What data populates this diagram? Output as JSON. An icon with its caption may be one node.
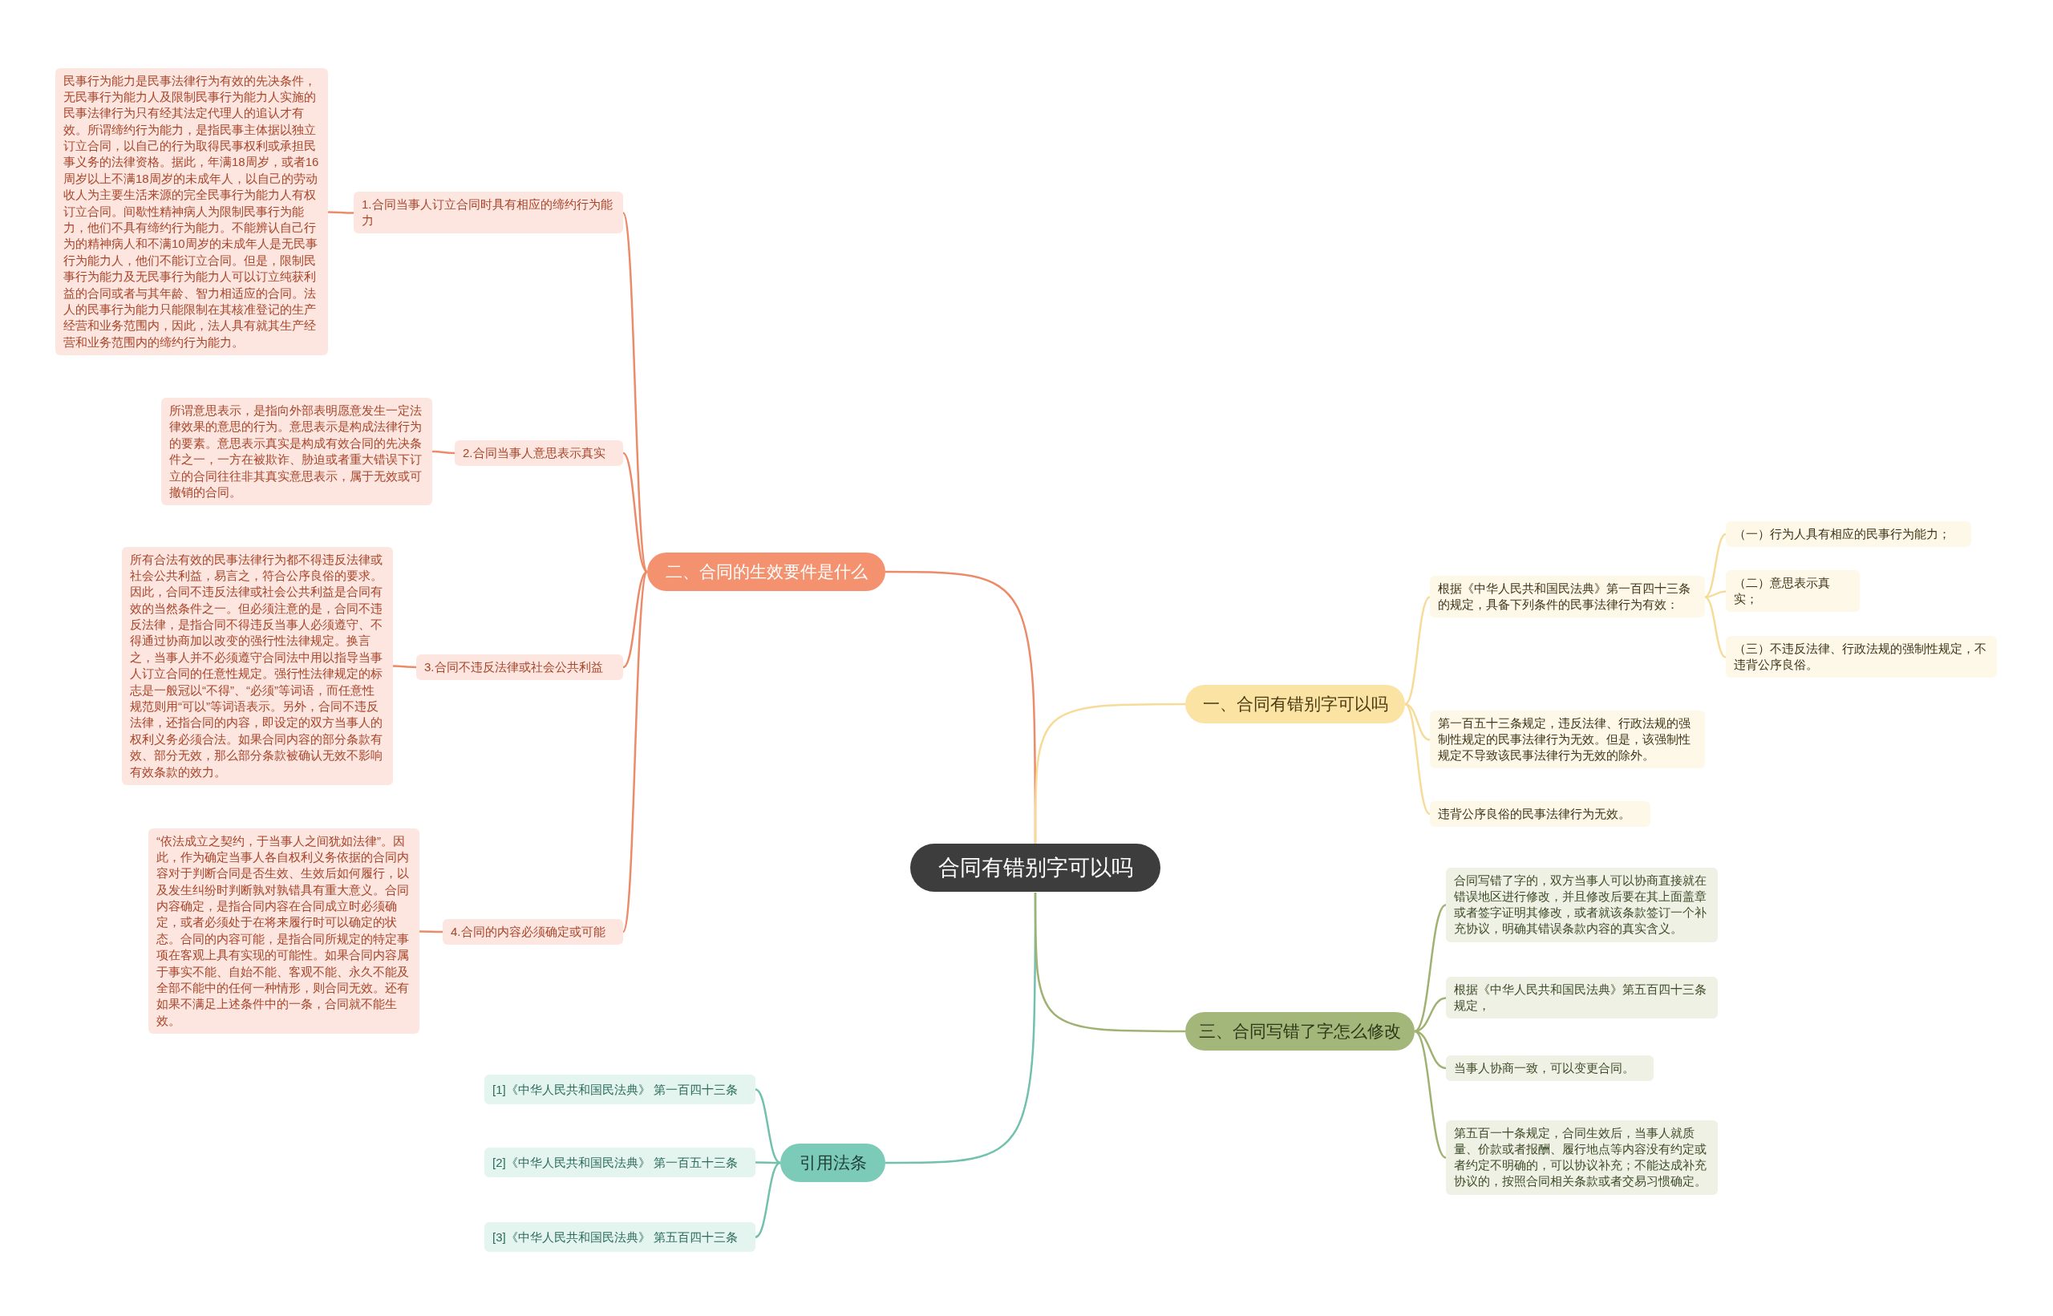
{
  "diagram": {
    "nodes": [
      {
        "text": [
          "合同有错别字可以吗"
        ]
      },
      {
        "text": [
          "二、合同的生效要件是什么"
        ]
      },
      {
        "text": [
          "1.合同当事人订立合同时具有相应的缔约行为能力"
        ]
      },
      {
        "text": [
          "民事行为能力是民事法律行为有效的先决条件，无民事行为能力人及限制民事行为能力人实施的民事法律行为只有经其法定代理人的追认才有效。所谓缔约行为能力，是指民事主体据以独立订立合同，以自己的行为取得民事权利或承担民事义务的法律资格。据此，年满18周岁，或者16周岁以上不满18周岁的未成年人，以自己的劳动收人为主要生活来源的完全民事行为能力人有权订立合同。间歇性精神病人为限制民事行为能力，他们不具有缔约行为能力。不能辨认自己行为的精神病人和不满10周岁的未成年人是无民事行为能力人，他们不能订立合同。但是，限制民事行为能力及无民事行为能力人可以订立纯获利益的合同或者与其年龄、智力相适应的合同。法人的民事行为能力只能限制在其核准登记的生产经营和业务范围内，因此，法人具有就其生产经营和业务范围内的缔约行为能力。"
        ]
      },
      {
        "text": [
          "2.合同当事人意思表示真实"
        ]
      },
      {
        "text": [
          "所谓意思表示，是指向外部表明愿意发生一定法律效果的意思的行为。意思表示是构成法律行为的要素。意思表示真实是构成有效合同的先决条件之一，一方在被欺诈、胁迫或者重大错误下订立的合同往往非其真实意思表示，属于无效或可撤销的合同。"
        ]
      },
      {
        "text": [
          "3.合同不违反法律或社会公共利益"
        ]
      },
      {
        "text": [
          "所有合法有效的民事法律行为都不得违反法律或社会公共利益，易言之，符合公序良俗的要求。因此，合同不违反法律或社会公共利益是合同有效的当然条件之一。但必须注意的是，合同不违反法律，是指合同不得违反当事人必须遵守、不得通过协商加以改变的强行性法律规定。换言之，当事人并不必须遵守合同法中用以指导当事人订立合同的任意性规定。强行性法律规定的标志是一般冠以“不得”、“必须”等词语，而任意性规范则用“可以”等词语表示。另外，合同不违反法律，还指合同的内容，即设定的双方当事人的权利义务必须合法。如果合同内容的部分条款有效、部分无效，那么部分条款被确认无效不影响有效条款的效力。"
        ]
      },
      {
        "text": [
          "4.合同的内容必须确定或可能"
        ]
      },
      {
        "text": [
          "“依法成立之契约，于当事人之间犹如法律”。因此，作为确定当事人各自权利义务依据的合同内容对于判断合同是否生效、生效后如何履行，以及发生纠纷时判断孰对孰错具有重大意义。合同内容确定，是指合同内容在合同成立时必须确定，或者必须处于在将来履行时可以确定的状态。合同的内容可能，是指合同所规定的特定事项在客观上具有实现的可能性。如果合同内容属于事实不能、自始不能、客观不能、永久不能及全部不能中的任何一种情形，则合同无效。还有如果不满足上述条件中的一条，合同就不能生效。"
        ]
      },
      {
        "text": [
          "引用法条"
        ]
      },
      {
        "text": [
          "[1]《中华人民共和国民法典》 第一百四十三条"
        ]
      },
      {
        "text": [
          "[2]《中华人民共和国民法典》 第一百五十三条"
        ]
      },
      {
        "text": [
          "[3]《中华人民共和国民法典》 第五百四十三条"
        ]
      },
      {
        "text": [
          "一、合同有错别字可以吗"
        ]
      },
      {
        "text": [
          "根据《中华人民共和国民法典》第一百四十三条的规定，具备下列条件的民事法律行为有效："
        ]
      },
      {
        "text": [
          "（一）行为人具有相应的民事行为能力；"
        ]
      },
      {
        "text": [
          "（二）意思表示真实；"
        ]
      },
      {
        "text": [
          "（三）不违反法律、行政法规的强制性规定，不违背公序良俗。"
        ]
      },
      {
        "text": [
          "第一百五十三条规定，违反法律、行政法规的强制性规定的民事法律行为无效。但是，该强制性规定不导致该民事法律行为无效的除外。"
        ]
      },
      {
        "text": [
          "违背公序良俗的民事法律行为无效。"
        ]
      },
      {
        "text": [
          "三、合同写错了字怎么修改"
        ]
      },
      {
        "text": [
          "合同写错了字的，双方当事人可以协商直接就在错误地区进行修改，并且修改后要在其上面盖章或者签字证明其修改，或者就该条款签订一个补充协议，明确其错误条款内容的真实含义。"
        ]
      },
      {
        "text": [
          "根据《中华人民共和国民法典》第五百四十三条规定，"
        ]
      },
      {
        "text": [
          "当事人协商一致，可以变更合同。"
        ]
      },
      {
        "text": [
          "第五百一十条规定，合同生效后，当事人就质量、价款或者报酬、履行地点等内容没有约定或者约定不明确的，可以协议补充；不能达成补充协议的，按照合同相关条款或者交易习惯确定。"
        ]
      }
    ],
    "edges": [
      {
        "from": 0,
        "to": 1,
        "arrow": "none"
      },
      {
        "from": 1,
        "to": 2,
        "arrow": "none"
      },
      {
        "from": 2,
        "to": 3,
        "arrow": "none"
      },
      {
        "from": 1,
        "to": 4,
        "arrow": "none"
      },
      {
        "from": 4,
        "to": 5,
        "arrow": "none"
      },
      {
        "from": 1,
        "to": 6,
        "arrow": "none"
      },
      {
        "from": 6,
        "to": 7,
        "arrow": "none"
      },
      {
        "from": 1,
        "to": 8,
        "arrow": "none"
      },
      {
        "from": 8,
        "to": 9,
        "arrow": "none"
      },
      {
        "from": 0,
        "to": 10,
        "arrow": "none",
        "color": "#72c0ad"
      },
      {
        "from": 10,
        "to": 11,
        "arrow": "none",
        "color": "#72c0ad"
      },
      {
        "from": 10,
        "to": 12,
        "arrow": "none",
        "color": "#72c0ad"
      },
      {
        "from": 10,
        "to": 13,
        "arrow": "none",
        "color": "#72c0ad"
      },
      {
        "from": 0,
        "to": 14,
        "arrow": "none",
        "color": "#f6dc98"
      },
      {
        "from": 14,
        "to": 15,
        "arrow": "none",
        "color": "#f6dc98"
      },
      {
        "from": 15,
        "to": 16,
        "arrow": "none",
        "color": "#f6dc98"
      },
      {
        "from": 15,
        "to": 17,
        "arrow": "none",
        "color": "#f6dc98"
      },
      {
        "from": 15,
        "to": 18,
        "arrow": "none",
        "color": "#f6dc98"
      },
      {
        "from": 14,
        "to": 19,
        "arrow": "none",
        "color": "#f6dc98"
      },
      {
        "from": 14,
        "to": 20,
        "arrow": "none",
        "color": "#f6dc98"
      },
      {
        "from": 0,
        "to": 21,
        "arrow": "none",
        "color": "#9fb272"
      },
      {
        "from": 21,
        "to": 22,
        "arrow": "none",
        "color": "#9fb272"
      },
      {
        "from": 21,
        "to": 23,
        "arrow": "none",
        "color": "#9fb272"
      },
      {
        "from": 21,
        "to": 24,
        "arrow": "none",
        "color": "#9fb272"
      },
      {
        "from": 21,
        "to": 25,
        "arrow": "none",
        "color": "#9fb272"
      }
    ]
  }
}
